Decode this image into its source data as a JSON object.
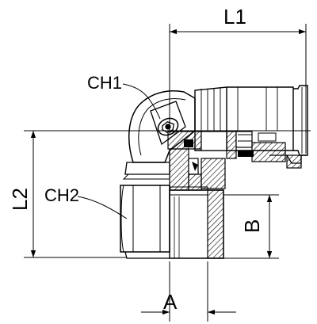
{
  "labels": {
    "l1": "L1",
    "l2": "L2",
    "ch1": "CH1",
    "ch2": "CH2",
    "a": "A",
    "b": "B"
  },
  "colors": {
    "line": "#000000",
    "background": "#ffffff",
    "hatch": "#000000"
  }
}
